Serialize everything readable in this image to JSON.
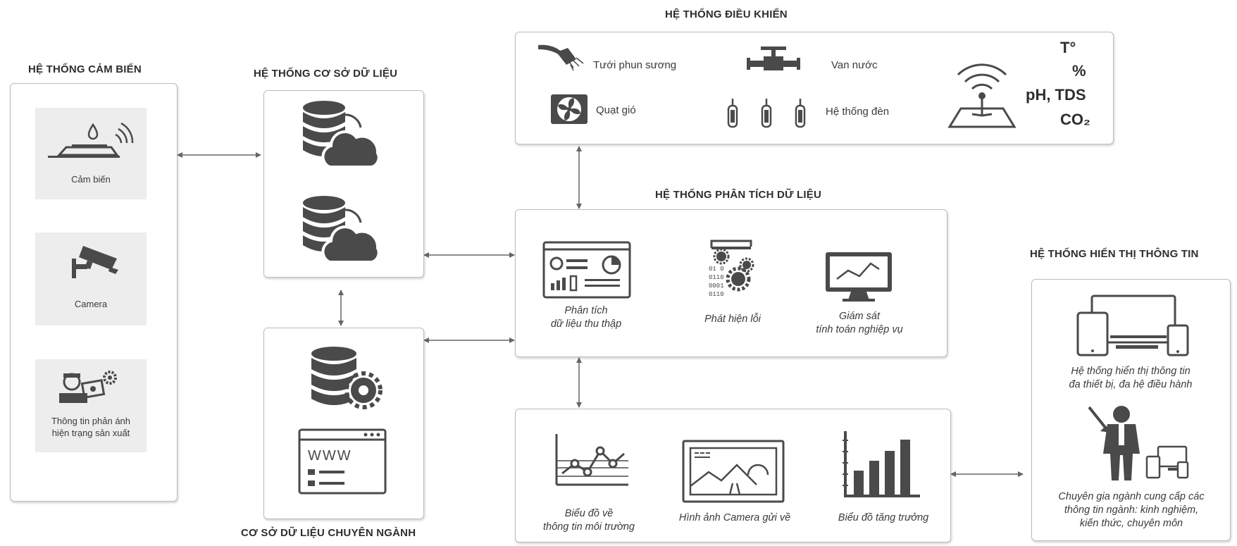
{
  "titles": {
    "sensor": "HỆ THỐNG CẢM BIẾN",
    "database": "HỆ THỐNG CƠ SỞ DỮ LIỆU",
    "specialized_db": "CƠ SỞ DỮ LIỆU CHUYÊN NGÀNH",
    "control": "HỆ THỐNG ĐIỀU KHIỂN",
    "analysis": "HỆ THỐNG PHÂN TÍCH DỮ LIỆU",
    "display": "HỆ THỐNG HIỂN THỊ THÔNG TIN"
  },
  "sensor": {
    "sensor_label": "Cảm biến",
    "camera_label": "Camera",
    "feedback_line1": "Thông tin phản ánh",
    "feedback_line2": "hiện trạng sản xuất"
  },
  "control": {
    "mist": "Tưới phun sương",
    "valve": "Van nước",
    "fan": "Quạt gió",
    "lights": "Hệ thống đèn",
    "temp": "T°",
    "humidity": "%",
    "ph_tds": "pH, TDS",
    "co2": "CO₂"
  },
  "analysis": {
    "collect_line1": "Phân tích",
    "collect_line2": "dữ liệu thu thập",
    "error": "Phát hiện lỗi",
    "monitor_line1": "Giám sát",
    "monitor_line2": "tính toán nghiệp vụ"
  },
  "charts": {
    "env_line1": "Biểu đồ về",
    "env_line2": "thông tin môi trường",
    "camera_images": "Hình ảnh Camera gửi về",
    "growth": "Biểu đồ tăng trưởng"
  },
  "display": {
    "multi_line1": "Hệ thống hiển thị thông tin",
    "multi_line2": "đa thiết bị, đa hệ điều hành",
    "expert_line1": "Chuyên gia ngành cung cấp các",
    "expert_line2": "thông tin ngành: kinh nghiệm,",
    "expert_line3": "kiến thức, chuyên môn"
  },
  "icons": {
    "database_cloud": "database-cloud-icon",
    "database_gear": "database-gear-icon",
    "web": "web-page-icon",
    "sensor": "sensor-icon",
    "camera": "camera-icon",
    "feedback": "worker-report-icon",
    "mist": "shower-icon",
    "valve": "valve-icon",
    "fan": "fan-icon",
    "lights": "lamp-icon",
    "wireless": "wireless-sensor-icon"
  },
  "colors": {
    "icon": "#4a4a4a",
    "border": "#bdbdbd",
    "tile": "#ededed",
    "text": "#3a3a3a"
  }
}
